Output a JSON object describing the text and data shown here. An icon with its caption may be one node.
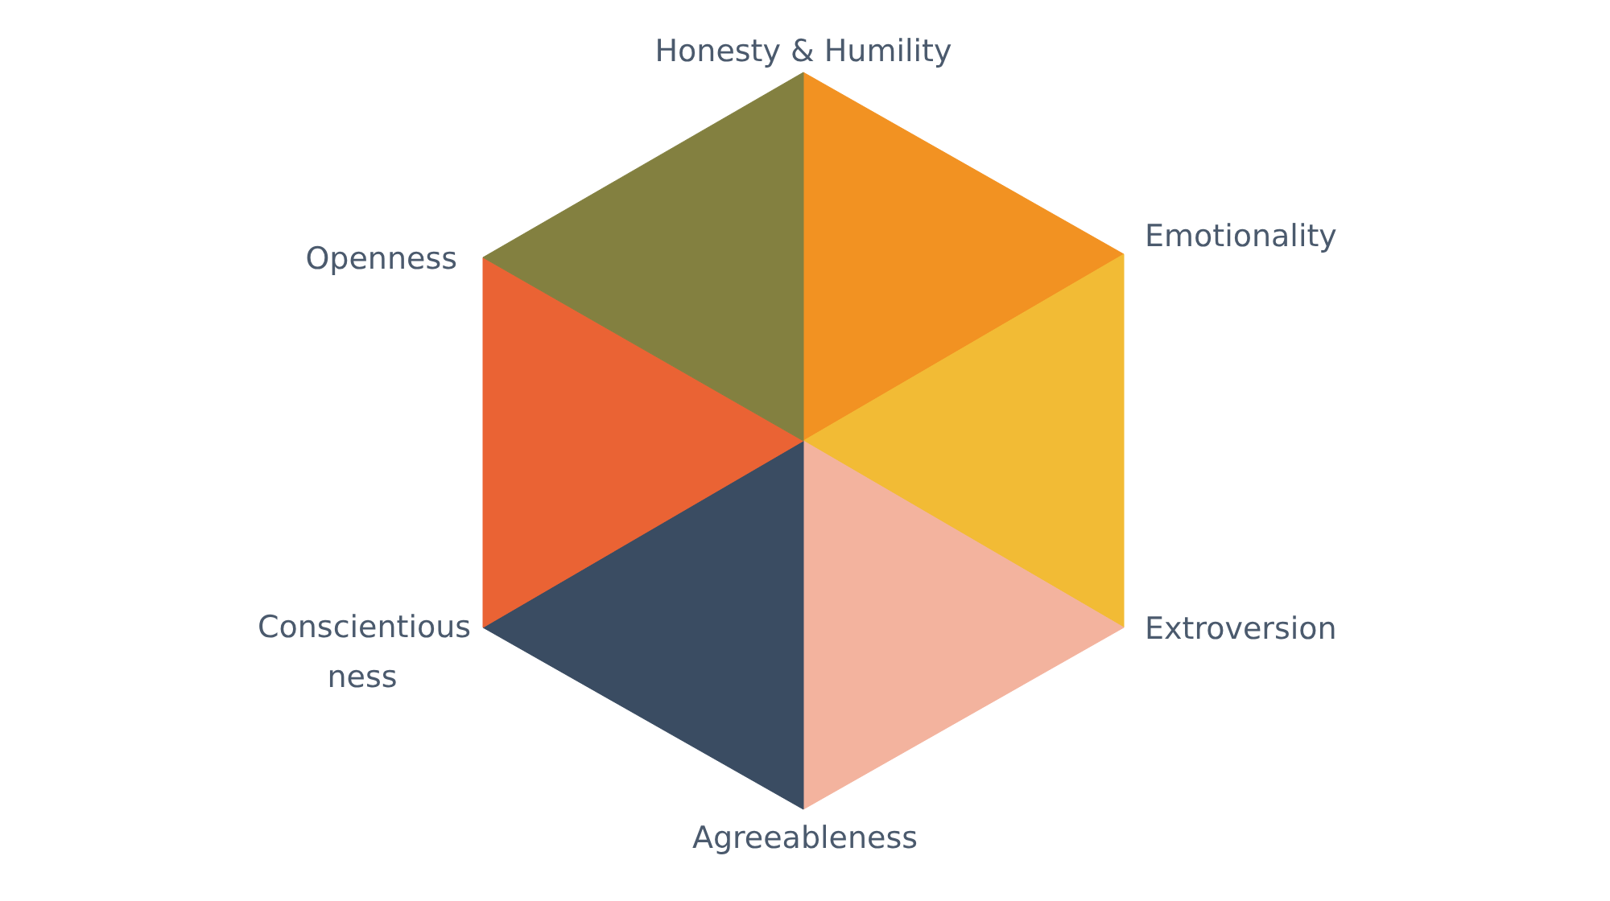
{
  "diagram": {
    "labels": [
      "Honesty & Humility",
      "Openness",
      "Emotionality",
      "Conscientious ness",
      "Extroversion",
      "Agreeableness"
    ]
  }
}
